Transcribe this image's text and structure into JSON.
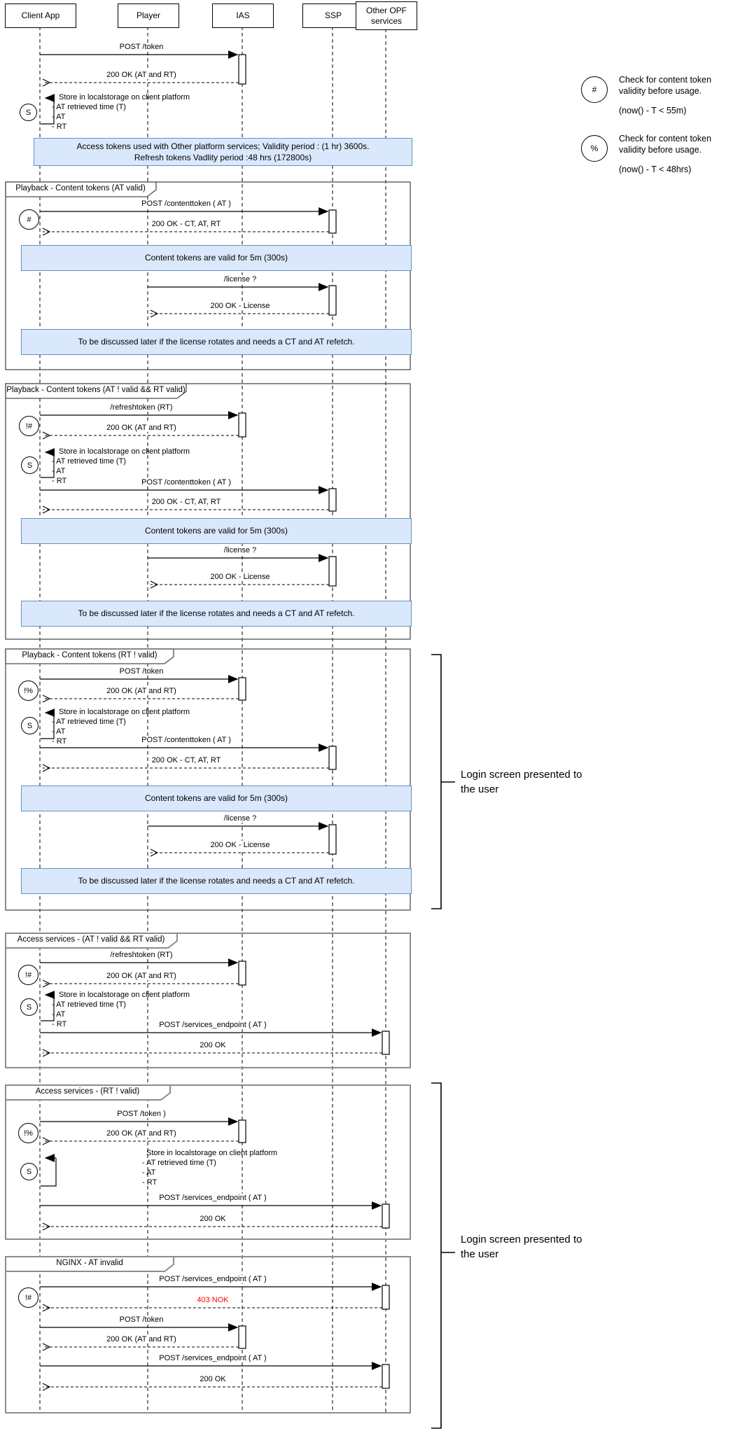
{
  "participants": [
    {
      "label": "Client App"
    },
    {
      "label": "Player"
    },
    {
      "label": "IAS"
    },
    {
      "label": "SSP"
    },
    {
      "label": "Other OPF services"
    }
  ],
  "top_note": {
    "line1": "Access tokens used with Other platform services; Validity period : (1 hr) 3600s.",
    "line2": "Refresh tokens Vadlity period :48 hrs (172800s)"
  },
  "legend": {
    "items": [
      {
        "symbol": "#",
        "text": "Check for content token validity before usage.",
        "formula": "(now() - T < 55m)"
      },
      {
        "symbol": "%",
        "text": "Check for content token validity before usage.",
        "formula": "(now() - T <  48hrs)"
      }
    ]
  },
  "markers": {
    "store": "S",
    "check": "#",
    "check_invalid_at": "!#",
    "check_invalid_rt": "!%"
  },
  "store_note": {
    "title": "Store in localstorage on client platform",
    "items": [
      "- AT retrieved time (T)",
      "- AT",
      "- RT"
    ]
  },
  "frames": [
    {
      "title": "Playback - Content tokens (AT valid)"
    },
    {
      "title": "Playback - Content tokens (AT ! valid && RT valid)"
    },
    {
      "title": "Playback - Content tokens (RT ! valid)"
    },
    {
      "title": "Access services - (AT ! valid && RT valid)"
    },
    {
      "title": "Access services - (RT ! valid)"
    },
    {
      "title": "NGINX - AT invalid"
    }
  ],
  "messages": {
    "post_token": "POST /token",
    "post_token_paren": "POST /token )",
    "ok_at_rt": "200 OK (AT and RT)",
    "post_contenttoken": "POST /contenttoken ( AT )",
    "ok_ct_at_rt": "200 OK - CT, AT, RT",
    "license_request": "/license ?",
    "ok_license": "200 OK - License",
    "refresh_token": "/refreshtoken (RT)",
    "post_services_endpoint": "POST /services_endpoint ( AT )",
    "ok": "200 OK",
    "nok_403": "403 NOK"
  },
  "notes": {
    "content_token_validity": "Content tokens are valid for 5m (300s)",
    "license_discussion": "To be discussed later if the license rotates and needs a CT and AT refetch."
  },
  "annotations": {
    "login_screen": "Login screen presented to the user"
  },
  "colors": {
    "note_fill": "#dae8fc",
    "note_border": "#6c8ebf",
    "error_text": "#ff0000",
    "frame_border": "#4d4d4d",
    "frame_border_gray": "#8c8c8c"
  }
}
